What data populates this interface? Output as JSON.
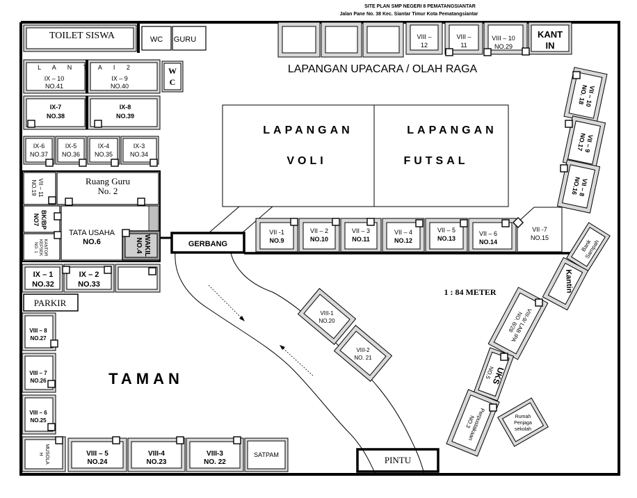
{
  "header": {
    "title": "SITE PLAN SMP NEGERI 8 PEMATANGSIANTAR",
    "address": "Jalan Pane No. 38 Kec. Siantar Timur Kota Pematangsiantar"
  },
  "areas": {
    "lapangan_upacara": "LAPANGAN UPACARA / OLAH RAGA",
    "lapangan1": "LAPANGAN",
    "voli": "VOLI",
    "lapangan2": "LAPANGAN",
    "futsal": "FUTSAL",
    "taman": "TAMAN",
    "scale": "1 : 84 METER",
    "gerbang": "GERBANG",
    "pintu": "PINTU",
    "parkir": "PARKIR"
  },
  "top_row": {
    "toilet_siswa": "TOILET SISWA",
    "wc": "WC",
    "guru": "GURU",
    "viii12_a": "VIII –",
    "viii12_b": "12",
    "viii11_a": "VIII –",
    "viii11_b": "11",
    "viii10_a": "VIII – 10",
    "viii10_b": "NO.29",
    "kantin_a": "KANT",
    "kantin_b": "IN"
  },
  "left_block": {
    "lantai2": "L A N T A I 2",
    "wc2_a": "W",
    "wc2_b": "C",
    "ix10_a": "IX – 10",
    "ix10_b": "NO.41",
    "ix9_a": "IX – 9",
    "ix9_b": "NO.40",
    "ix7_a": "IX-7",
    "ix7_b": "NO.38",
    "ix8_a": "IX-8",
    "ix8_b": "NO.39",
    "ix6_a": "IX-6",
    "ix6_b": "NO.37",
    "ix5_a": "IX-5",
    "ix5_b": "NO.36",
    "ix4_a": "IX-4",
    "ix4_b": "NO.35",
    "ix3_a": "IX-3",
    "ix3_b": "NO.34",
    "vii11_a": "VII – 11",
    "vii11_b": "NO.19",
    "ruang_guru_a": "Ruang Guru",
    "ruang_guru_b": "No. 2",
    "bkbp_a": "BK/BP",
    "bkbp_b": "NO7",
    "kantor_a": "KANTOR",
    "kantor_b": "KEPSEK",
    "kantor_c": "NO. 1",
    "tata_usaha_a": "TATA USAHA",
    "tata_usaha_b": "NO.6",
    "wakil_a": "WAKIL",
    "wakil_b": "NO.4",
    "ix1_a": "IX – 1",
    "ix1_b": "NO.32",
    "ix2_a": "IX – 2",
    "ix2_b": "NO.33",
    "viii8_a": "VIII – 8",
    "viii8_b": "NO.27",
    "viii7_a": "VIII – 7",
    "viii7_b": "NO.26",
    "viii6_a": "VIII – 6",
    "viii6_b": "NO.25"
  },
  "bottom_row": {
    "musola_a": "MUSOLA",
    "musola_b": "H",
    "viii5_a": "VIII – 5",
    "viii5_b": "NO.24",
    "viii4_a": "VIII-4",
    "viii4_b": "NO.23",
    "viii3_a": "VIII-3",
    "viii3_b": "NO. 22",
    "satpam": "SATPAM"
  },
  "vii_row": {
    "vii1_a": "VII -1",
    "vii1_b": "NO.9",
    "vii2_a": "VII – 2",
    "vii2_b": "NO.10",
    "vii3_a": "VII – 3",
    "vii3_b": "NO.11",
    "vii4_a": "VII – 4",
    "vii4_b": "NO.12",
    "vii5_a": "VII – 5",
    "vii5_b": "NO.13",
    "vii6_a": "VII – 6",
    "vii6_b": "NO.14",
    "vii7_a": "VII -7",
    "vii7_b": "NO.15"
  },
  "right_side": {
    "vii10_a": "VII – 10",
    "vii10_b": "NO. 18",
    "vii9_a": "VII – 9",
    "vii9_b": "NO.17",
    "vii8_a": "VII – 8",
    "vii8_b": "NO.16",
    "bank_a": "Bank",
    "bank_b": "Sampah",
    "kantin2": "Kantin",
    "viii9_a": "VIII-9/ LAB IPA",
    "viii9_b": "NO. 8/28",
    "uks_a": "UKS",
    "uks_b": "NO.5",
    "perpus_a": "Perpustakaan",
    "perpus_b": "NO.3",
    "rumah_a": "Rumah",
    "rumah_b": "Penjaga",
    "rumah_c": "sekolah"
  },
  "center": {
    "viii1_a": "VIII-1",
    "viii1_b": "NO.20",
    "viii2_a": "VIII-2",
    "viii2_b": "NO. 21"
  }
}
